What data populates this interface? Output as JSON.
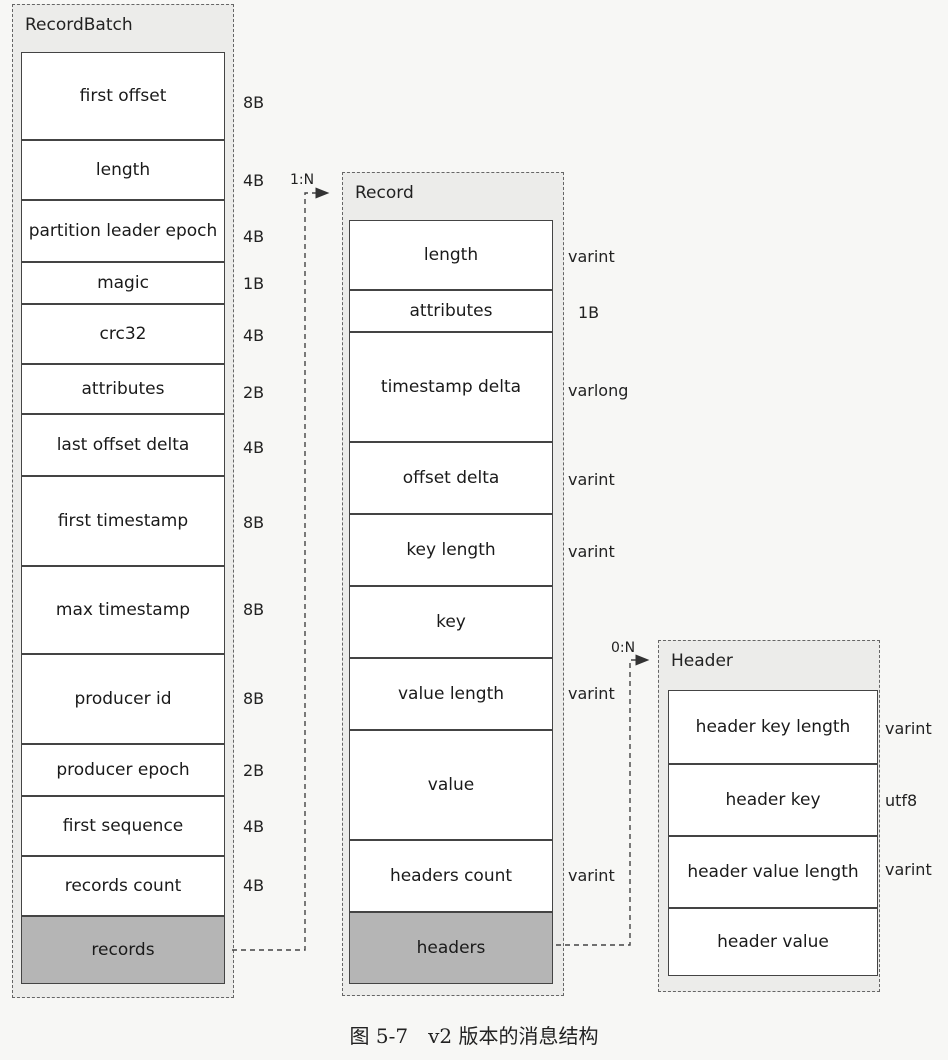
{
  "record_batch": {
    "title": "RecordBatch",
    "fields": [
      {
        "label": "first offset",
        "size": "8B"
      },
      {
        "label": "length",
        "size": "4B"
      },
      {
        "label": "partition leader epoch",
        "size": "4B"
      },
      {
        "label": "magic",
        "size": "1B"
      },
      {
        "label": "crc32",
        "size": "4B"
      },
      {
        "label": "attributes",
        "size": "2B"
      },
      {
        "label": "last offset delta",
        "size": "4B"
      },
      {
        "label": "first timestamp",
        "size": "8B"
      },
      {
        "label": "max timestamp",
        "size": "8B"
      },
      {
        "label": "producer id",
        "size": "8B"
      },
      {
        "label": "producer epoch",
        "size": "2B"
      },
      {
        "label": "first sequence",
        "size": "4B"
      },
      {
        "label": "records count",
        "size": "4B"
      },
      {
        "label": "records",
        "size": ""
      }
    ]
  },
  "record": {
    "title": "Record",
    "relation": "1:N",
    "fields": [
      {
        "label": "length",
        "size": "varint"
      },
      {
        "label": "attributes",
        "size": "1B"
      },
      {
        "label": "timestamp delta",
        "size": "varlong"
      },
      {
        "label": "offset delta",
        "size": "varint"
      },
      {
        "label": "key length",
        "size": "varint"
      },
      {
        "label": "key",
        "size": ""
      },
      {
        "label": "value length",
        "size": "varint"
      },
      {
        "label": "value",
        "size": ""
      },
      {
        "label": "headers count",
        "size": "varint"
      },
      {
        "label": "headers",
        "size": ""
      }
    ]
  },
  "header": {
    "title": "Header",
    "relation": "0:N",
    "fields": [
      {
        "label": "header key length",
        "size": "varint"
      },
      {
        "label": "header key",
        "size": "utf8"
      },
      {
        "label": "header value length",
        "size": "varint"
      },
      {
        "label": "header value",
        "size": ""
      }
    ]
  },
  "caption": "图 5-7　v2 版本的消息结构"
}
